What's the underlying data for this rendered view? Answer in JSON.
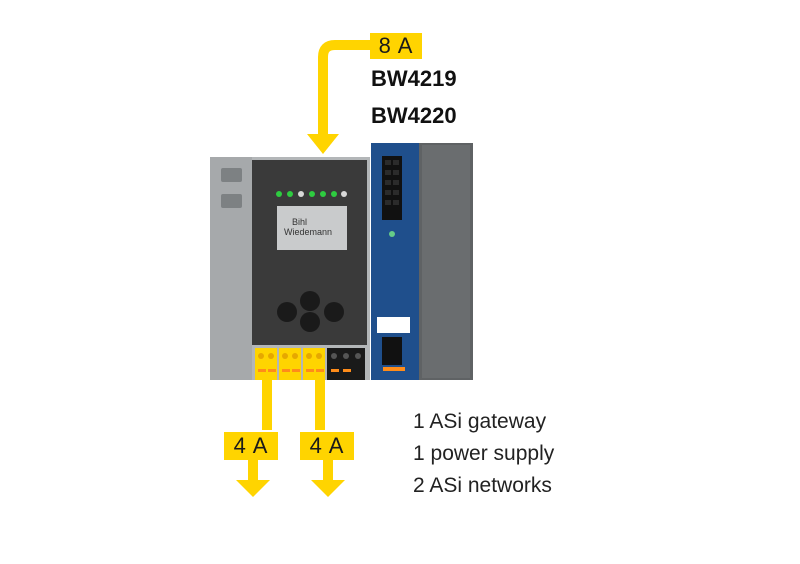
{
  "supply_current": "8 A",
  "output_currents": [
    "4 A",
    "4 A"
  ],
  "models": [
    "BW4219",
    "BW4220"
  ],
  "display_brand": [
    "Bihl",
    "Wiedemann"
  ],
  "description_lines": [
    "1 ASi gateway",
    "1 power supply",
    "2 ASi networks"
  ],
  "colors": {
    "arrow_yellow": "#ffd400",
    "housing_grey": "#b3b6b8",
    "front_panel": "#3a3a3a",
    "psu_blue": "#1f4f8c",
    "terminal_orange": "#ff8c1a",
    "led_green": "#2ecc40"
  }
}
